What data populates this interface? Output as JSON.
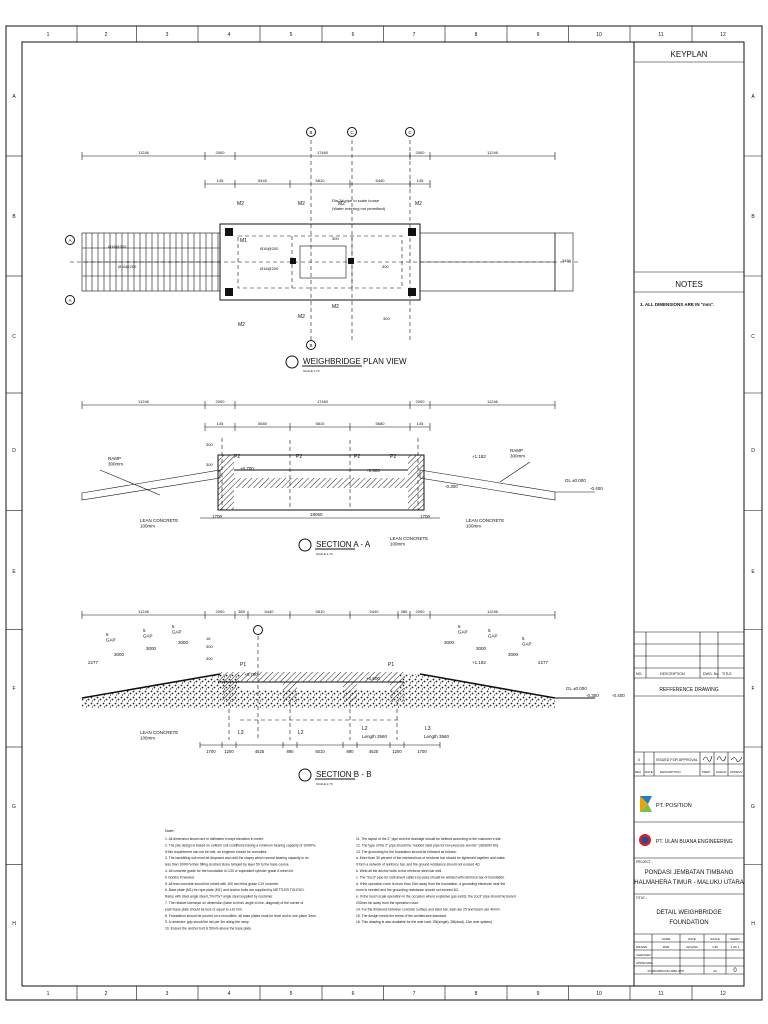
{
  "grid": {
    "columns": [
      "1",
      "2",
      "3",
      "4",
      "5",
      "6",
      "7",
      "8",
      "9",
      "10",
      "11",
      "12"
    ],
    "rows": [
      "A",
      "B",
      "C",
      "D",
      "E",
      "F",
      "G",
      "H"
    ]
  },
  "title_block": {
    "keyplan_label": "KEYPLAN",
    "notes_label": "NOTES",
    "notes_text": "1. ALL DIMENSIONS ARE IN \"mm\".",
    "rev_headers": [
      "NO.",
      "DESCRIPTION",
      "DWG. No.",
      "TITLE"
    ],
    "reference_label": "REFFERENCE DRAWING",
    "issued_label": "ISSUED FOR APPROVAL",
    "rev_headers_bottom": [
      "REV",
      "DATE",
      "DESCRIPTION",
      "PREP",
      "CHECK",
      "APPROV"
    ],
    "owner_name": "PT. POSITION",
    "contractor_name": "PT. ULAN BUANA ENGINEERING",
    "project_label": "PROJECT :",
    "project_line1": "PONDASI JEMBATAN TIMBANG",
    "project_line2": "HALMAHERA TIMUR - MALUKU UTARA",
    "title_label": "TITLE :",
    "title_line1": "DETAIL WEIGHBRIDGE",
    "title_line2": "FOUNDATION",
    "meta_headers": [
      "NAME",
      "DATE",
      "SCALE",
      "SHEET"
    ],
    "drawn_label": "DRAWN",
    "drawn_name": "RHB",
    "drawn_date": "02/12/20",
    "scale_value": "1:50",
    "sheet_value": "1 OF 1",
    "checked_label": "CHECKED",
    "approved_label": "APPROVED",
    "dwg_no": "POSB-0086-POD-WBG-0707",
    "size_value": "A3",
    "rev_value": "0"
  },
  "plan_view": {
    "title": "WEIGHBRIDGE PLAN VIEW",
    "scale": "SCALE 1:70",
    "dims_top": [
      "11246",
      "2000",
      "17460",
      "2000",
      "11246"
    ],
    "dims_second": [
      "145",
      "5440",
      "5810",
      "5440",
      "145"
    ],
    "marks": [
      "M2",
      "M2",
      "M2",
      "M2",
      "M1",
      "M2",
      "M2",
      "M2"
    ],
    "note": "Dia 2# pipe to scale house\n(Water entering not permitted)",
    "bars": [
      "Ø16@300",
      "Ø16@200",
      "Ø16@200",
      "Ø16@200"
    ],
    "small_dims": [
      "300",
      "300",
      "300",
      "3450"
    ],
    "section_marks": [
      "A",
      "B",
      "C",
      "A",
      "B",
      "C"
    ]
  },
  "section_a": {
    "title": "SECTION A - A",
    "scale": "SCALE 1:70",
    "dims_top": [
      "11246",
      "2000",
      "17460",
      "2000",
      "11246"
    ],
    "dims_second": [
      "145",
      "5680",
      "5810",
      "5680",
      "145"
    ],
    "ramp_left": "RAMP\n300mm",
    "ramp_right": "RAMP\n300mm",
    "levels": [
      "+0.700",
      "+0.500",
      "+1.182",
      "-0.300",
      "GL ±0.000",
      "-0.400"
    ],
    "p_labels": [
      "P2",
      "P2",
      "P2",
      "P2"
    ],
    "lean_left": "LEAN CONCRETE\n100mm",
    "lean_mid": "LEAN CONCRETE\n100mm",
    "lean_right": "LEAN CONCRETE\n100mm",
    "bottom_dims": [
      "1700",
      "18060",
      "1700"
    ],
    "side_dims": [
      "300",
      "300"
    ]
  },
  "section_b": {
    "title": "SECTION B - B",
    "scale": "SCALE 1:70",
    "dims_top": [
      "11246",
      "2000",
      "385",
      "5440",
      "5810",
      "5440",
      "385",
      "2000",
      "11246"
    ],
    "gaps": [
      "5\nGAP",
      "5\nGAP",
      "5\nGAP",
      "5\nGAP",
      "5\nGAP",
      "5\nGAP"
    ],
    "slopes": [
      "3000",
      "3000",
      "3000",
      "3000",
      "3000",
      "3000"
    ],
    "end_dims": [
      "2277",
      "2277"
    ],
    "levels": [
      "+0.700",
      "+0.500",
      "+1.182",
      "GL ±0.000",
      "-0.300",
      "-0.400"
    ],
    "p_labels": [
      "P1",
      "P1"
    ],
    "l_labels": [
      "L3",
      "L2",
      "L2",
      "L3"
    ],
    "lengths": [
      "Length 3560",
      "Length 3560"
    ],
    "lean": "LEAN CONCRETE\n100mm",
    "bottom_dims": [
      "1700",
      "1200",
      "4525",
      "890",
      "5010",
      "890",
      "4525",
      "1200",
      "1700"
    ],
    "small": [
      "16",
      "300",
      "300"
    ]
  },
  "notes_block": {
    "heading": "Note:",
    "left": [
      "1. All dimension shown are in millimeter except elevation in meter.",
      "2. The pile design is based on uniform soil conditions having a minimum bearing capacity of 100KPa",
      "   if this requirement can not be met, an engineer should be consulted.",
      "3. The backfilling soil must be disposed and until the clayey which normal bearing capacity is no",
      "   less than 100KPa then filling crushed stone tamped by layer 50 to the base course.",
      "4. All concrete grade for the foundation is C30 or equivalent cylinder grade 8 mesh for",
      "   6 months if needed.",
      "5. All lean concrete should be mixed with 100 mm thick grade C10 concrete.",
      "6. Base plate (M1) for rope plate (M1') and anchor bolts are supplied by METTLER TOLEDO.",
      "   Ramp with steel angle steel L70x70x7 angle steel supplied by customer.",
      "7. The relative tolerance on dimension (base to level, angle to line, diagonal) of the corner of",
      "   each base plate should be less or equal to ±10 mm.",
      "8. Foundation should be poured on a monolithic, all base plates must be level and in one plane 3mm.",
      "9. A reminder: grip should be set per 3m along the ramp.",
      "10. Ensure the anchor bolt is 50mm above the base plate."
    ],
    "right": [
      "11. The layout of the 2\" pipe and the drainage should be defined according to the customer's site.",
      "12. The type of the 2\" pipe should be \"welded steel pipe for low pressure service\" (GB3092-80).",
      "13. The grounding for the foundation should be followed as follows:",
      "   a. More than 30 percent of the intersections of reinforce bar should be tightened together and make",
      "      it form a network of reinforce bar, and the ground resistance should not exceed 4Ω.",
      "   b. Weld all the anchor bolts to the reinforce steel bar well.",
      "   c. The \"2oc3\" pipe for instrument cable's by-pass should be welded with reinforce bar of foundation.",
      "   d. If the operation room is more than 15m away from the foundation, a grounding electrode near the",
      "      room is needed and the grounding resistance should not exceed 4Ω.",
      "   e. In the touch scale operation in the occasion where explosive gas exists, the 2oc3\" pipe should be buried",
      "      200mm far away from the operation room.",
      "14. For the thickness between concrete surface and steel bar, slab use 25 and beam use 40mm.",
      "15. The design meets the terms of the architecture standard.",
      "16. This drawing is also available for the axle load: 25t(single), 28t(dual), 13m axle system)."
    ]
  }
}
